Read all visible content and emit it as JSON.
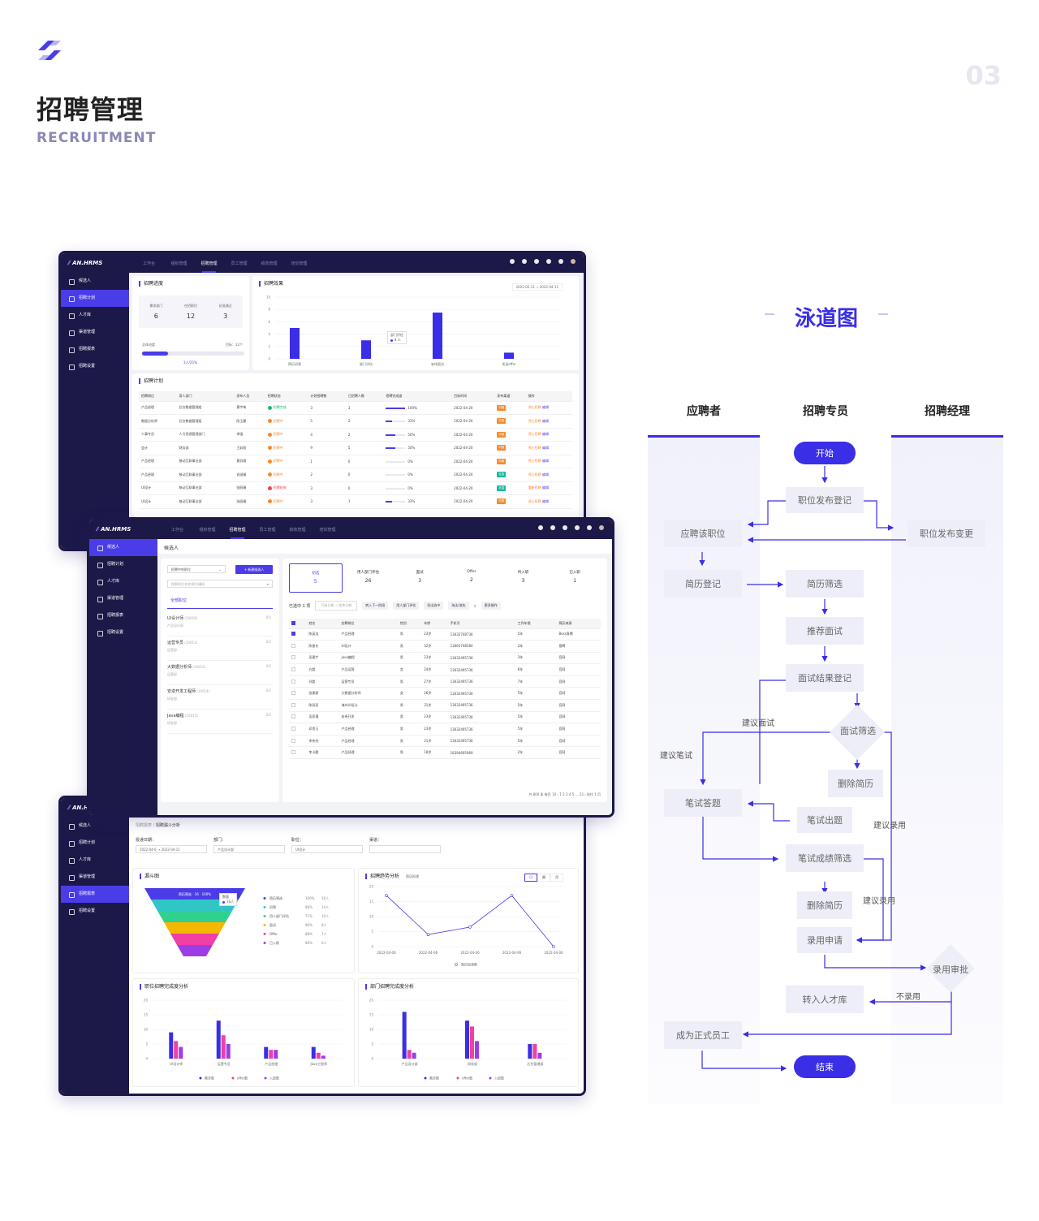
{
  "header": {
    "title": "招聘管理",
    "subtitle": "RECRUITMENT",
    "page_num": "03"
  },
  "accent": "#3a2ee6",
  "app": {
    "brand": "AN.HRMS",
    "nav": [
      "工作台",
      "组织管理",
      "招聘管理",
      "员工管理",
      "绩效管理",
      "培训管理"
    ],
    "side_items": [
      "候选人",
      "招聘计划",
      "人才库",
      "渠道管理",
      "招聘报表",
      "招聘设置"
    ]
  },
  "win1": {
    "progress": {
      "title": "招聘进度",
      "stats": [
        {
          "label": "需求部门",
          "value": "6"
        },
        {
          "label": "在招职位",
          "value": "12"
        },
        {
          "label": "初选通过",
          "value": "3"
        }
      ],
      "overall_label": "总体进度",
      "target": "目标：12个",
      "ratio": "3人/25%",
      "percent": 25
    },
    "effect": {
      "title": "招聘效果",
      "date_from": "2022-02-11",
      "date_to": "2022-04-11",
      "tooltip_title": "部门评估",
      "tooltip_value": "4 人"
    },
    "plan": {
      "title": "招聘计划",
      "headers": [
        "招聘岗位",
        "用人部门",
        "发布人员",
        "招聘状态",
        "计划招聘数",
        "已招聘人数",
        "招聘完成度",
        "目标时间",
        "发布渠道",
        "操作"
      ],
      "rows": [
        [
          "产品经理",
          "后台数据管理组",
          "黄宇琦",
          "招聘完成",
          "3",
          "3",
          "100%",
          "2022-04-20",
          "内推",
          "停止招聘",
          "编辑"
        ],
        [
          "数据分析师",
          "后台数据管理组",
          "陈玉捷",
          "招聘中",
          "5",
          "2",
          "33%",
          "2022-04-20",
          "内推",
          "停止招聘",
          "编辑"
        ],
        [
          "人事专员",
          "人力资源管理部门",
          "李强",
          "招聘中",
          "4",
          "2",
          "50%",
          "2022-04-20",
          "内推",
          "停止招聘",
          "编辑"
        ],
        [
          "会计",
          "财务部",
          "王彩丽",
          "招聘中",
          "9",
          "5",
          "50%",
          "2022-04-20",
          "内推",
          "停止招聘",
          "编辑"
        ],
        [
          "产品经理",
          "移动互联事业部",
          "黄羽翔",
          "招聘中",
          "1",
          "0",
          "0%",
          "2022-04-20",
          "内推",
          "停止招聘",
          "编辑"
        ],
        [
          "产品经理",
          "移动互联事业部",
          "肖淑娟",
          "招聘中",
          "2",
          "0",
          "0%",
          "2022-04-20",
          "社招",
          "停止招聘",
          "编辑"
        ],
        [
          "UI设计",
          "移动互联事业部",
          "张丽娟",
          "招聘结束",
          "3",
          "0",
          "0%",
          "2022-04-20",
          "社招",
          "重新招聘",
          "编辑"
        ],
        [
          "UI设计",
          "移动互联事业部",
          "张丽娟",
          "招聘中",
          "3",
          "1",
          "33%",
          "2022-04-20",
          "内推",
          "停止招聘",
          "编辑"
        ]
      ],
      "progress_values": [
        100,
        33,
        50,
        50,
        0,
        0,
        0,
        33
      ]
    }
  },
  "chart_data": [
    {
      "type": "bar",
      "title": "招聘效果",
      "categories": [
        "简历初筛",
        "部门评估",
        "安排面试",
        "发送offer"
      ],
      "values": [
        5,
        3,
        7.5,
        1
      ],
      "ylim": [
        0,
        10
      ],
      "yticks": [
        "10",
        "8",
        "6",
        "4",
        "2",
        "0"
      ]
    },
    {
      "type": "line",
      "title": "招聘趋势分析",
      "x": [
        "2022-04-06",
        "2022-04-06",
        "2022-04-06",
        "2022-04-06",
        "2022-04-06"
      ],
      "series": [
        {
          "name": "简历投递数",
          "values": [
            17,
            4,
            6.5,
            17,
            0
          ]
        }
      ],
      "ylim": [
        0,
        20
      ],
      "yticks": [
        "20",
        "15",
        "10",
        "5",
        "0"
      ]
    },
    {
      "type": "bar",
      "title": "职位招聘完成度分析",
      "categories": [
        "UI设计师",
        "运营专员",
        "产品经理",
        "Java工程师"
      ],
      "series": [
        {
          "name": "需求数",
          "values": [
            9,
            13,
            4,
            4
          ]
        },
        {
          "name": "offer数",
          "values": [
            6,
            8,
            3,
            2
          ]
        },
        {
          "name": "入职数",
          "values": [
            4,
            5,
            3,
            1
          ]
        }
      ],
      "ylim": [
        0,
        20
      ],
      "yticks": [
        "20",
        "15",
        "10",
        "5",
        "0"
      ]
    },
    {
      "type": "bar",
      "title": "部门招聘完成度分析",
      "categories": [
        "产品设计部",
        "研发部",
        "后台管理部"
      ],
      "series": [
        {
          "name": "需求数",
          "values": [
            16,
            13,
            5
          ]
        },
        {
          "name": "offer数",
          "values": [
            3,
            11,
            5
          ]
        },
        {
          "name": "入职数",
          "values": [
            2,
            6,
            2
          ]
        }
      ],
      "ylim": [
        0,
        20
      ],
      "yticks": [
        "20",
        "15",
        "10",
        "5",
        "0"
      ]
    },
    {
      "type": "bar",
      "title": "漏斗图",
      "categories": [
        "简历筛选",
        "初筛",
        "用人部门评估",
        "面试",
        "Offer",
        "已入职"
      ],
      "values": [
        16,
        14,
        10,
        8,
        7,
        6
      ],
      "percents": [
        "100%",
        "88%",
        "71%",
        "80%",
        "88%",
        "86%"
      ]
    }
  ],
  "win2": {
    "page_title": "候选人",
    "position_select": "招聘中的职位",
    "new_button": "+ 新建候选人",
    "search_placeholder": "搜索职位名称/职位编码",
    "all_positions": "全部职位",
    "positions": [
      {
        "name": "UI设计师",
        "code": "(10010)",
        "count": "0/1",
        "dept": "产品设计部"
      },
      {
        "name": "运营专员",
        "code": "(10011)",
        "count": "0/2",
        "dept": "运营部"
      },
      {
        "name": "大数据分析师",
        "code": "(10012)",
        "count": "0/2",
        "dept": "运营部"
      },
      {
        "name": "安卓开发工程师",
        "code": "(10014)",
        "count": "0/2",
        "dept": "研发部"
      },
      {
        "name": "Java编程",
        "code": "(10015)",
        "count": "0/2",
        "dept": "研发部"
      }
    ],
    "stages": [
      {
        "label": "初选",
        "count": "5"
      },
      {
        "label": "用人部门评估",
        "count": "26"
      },
      {
        "label": "面试",
        "count": "3"
      },
      {
        "label": "Offer",
        "count": "2"
      },
      {
        "label": "待入职",
        "count": "3"
      },
      {
        "label": "已入职",
        "count": "1"
      }
    ],
    "selected": "已选中 1 项",
    "date_start": "开始日期",
    "date_end": "结束日期",
    "actions": [
      "转入下一阶段",
      "用人部门评估",
      "导出选中",
      "淘汰/流失",
      "更多操作"
    ],
    "headers": [
      "姓名",
      "应聘岗位",
      "性别",
      "年龄",
      "手机号",
      "工作年限",
      "简历来源"
    ],
    "rows": [
      [
        "陈英浩",
        "产品经理",
        "男",
        "23岁",
        "13632748736",
        "5年",
        "Boss直聘"
      ],
      [
        "陈俊东",
        "UI设计",
        "男",
        "32岁",
        "13663748584",
        "2年",
        "猎聘"
      ],
      [
        "吴建才",
        "java编程",
        "男",
        "23岁",
        "13632495736",
        "3年",
        "官网"
      ],
      [
        "方超",
        "产品运营",
        "女",
        "24岁",
        "13632495736",
        "6年",
        "官网"
      ],
      [
        "孙超",
        "运营专员",
        "男",
        "27岁",
        "13632495736",
        "7年",
        "官网"
      ],
      [
        "张建豪",
        "大数据分析师",
        "女",
        "26岁",
        "13632495736",
        "5年",
        "官网"
      ],
      [
        "陈双双",
        "海外UI设计",
        "男",
        "31岁",
        "13632495736",
        "5年",
        "官网"
      ],
      [
        "吴家瑾",
        "安卓开发",
        "男",
        "23岁",
        "13632495736",
        "5年",
        "官网"
      ],
      [
        "邓思玉",
        "产品经理",
        "男",
        "23岁",
        "13632495736",
        "5年",
        "官网"
      ],
      [
        "李伟杰",
        "产品经理",
        "男",
        "21岁",
        "13632495736",
        "5年",
        "官网"
      ],
      [
        "李卡勤",
        "产品经理",
        "男",
        "18岁",
        "18394695969",
        "2年",
        "官网"
      ]
    ],
    "pagination": "共 800 条  每页 10  ‹ 1 2 3 4 5 … 23 ›  前往 1 页"
  },
  "win3": {
    "breadcrumb_parent": "招聘报表 /",
    "breadcrumb_current": "招聘漏斗分析",
    "filters": {
      "date_label": "投递日期：",
      "date_from": "2022-04-6",
      "date_to": "2022-04-11",
      "dept_label": "部门：",
      "dept_value": "产品设计部",
      "pos_label": "职位：",
      "pos_value": "UI设计",
      "channel_label": "渠道："
    },
    "funnel_title": "漏斗图",
    "funnel_tooltip_title": "数量",
    "funnel_tooltip_value": "16人",
    "funnel_top_label": "简历筛选 · 16 · 100%",
    "trend_title": "招聘趋势分析",
    "trend_select": "简历投递",
    "trend_tabs": [
      "日",
      "周",
      "月"
    ],
    "pos_chart_title": "职位招聘完成度分析",
    "dept_chart_title": "部门招聘完成度分析",
    "funnel_counts": [
      "16人",
      "14人",
      "10人",
      "8人",
      "7人",
      "6人"
    ]
  },
  "swimlane": {
    "title": "泳道图",
    "lanes": [
      "应聘者",
      "招聘专员",
      "招聘经理"
    ],
    "start": "开始",
    "end": "结束",
    "nodes": {
      "publish": "职位发布登记",
      "apply": "应聘该职位",
      "change": "职位发布变更",
      "resume_reg": "简历登记",
      "resume_screen": "简历筛选",
      "recommend": "推荐面试",
      "interview_reg": "面试结果登记",
      "interview_screen": "面试筛选",
      "delete1": "删除简历",
      "exam": "笔试答题",
      "exam_out": "笔试出题",
      "exam_screen": "笔试成绩筛选",
      "delete2": "删除简历",
      "hire_apply": "录用申请",
      "hire_approve": "录用审批",
      "talent": "转入人才库",
      "employee": "成为正式员工"
    },
    "labels": {
      "suggest_interview": "建议面试",
      "suggest_exam": "建议笔试",
      "suggest_hire1": "建议录用",
      "suggest_hire2": "建议录用",
      "no_hire": "不录用"
    }
  }
}
